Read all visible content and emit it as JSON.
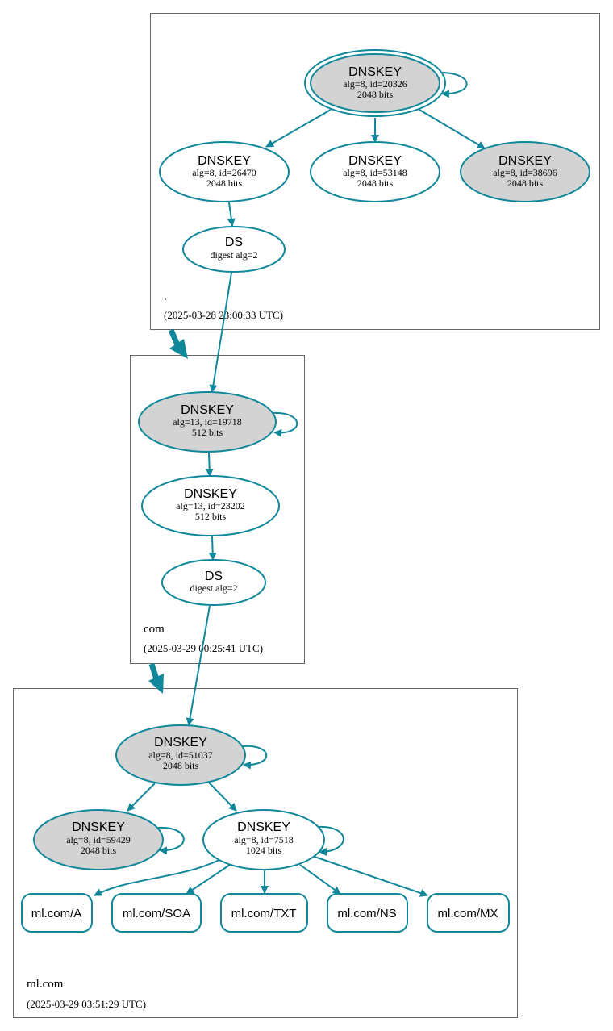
{
  "zones": {
    "root": {
      "name": ".",
      "timestamp": "(2025-03-28 23:00:33 UTC)"
    },
    "com": {
      "name": "com",
      "timestamp": "(2025-03-29 00:25:41 UTC)"
    },
    "mlcom": {
      "name": "ml.com",
      "timestamp": "(2025-03-29 03:51:29 UTC)"
    }
  },
  "nodes": {
    "root_ksk": {
      "title": "DNSKEY",
      "line1": "alg=8, id=20326",
      "line2": "2048 bits"
    },
    "root_zsk1": {
      "title": "DNSKEY",
      "line1": "alg=8, id=26470",
      "line2": "2048 bits"
    },
    "root_zsk2": {
      "title": "DNSKEY",
      "line1": "alg=8, id=53148",
      "line2": "2048 bits"
    },
    "root_key3": {
      "title": "DNSKEY",
      "line1": "alg=8, id=38696",
      "line2": "2048 bits"
    },
    "root_ds": {
      "title": "DS",
      "line1": "digest alg=2"
    },
    "com_ksk": {
      "title": "DNSKEY",
      "line1": "alg=13, id=19718",
      "line2": "512 bits"
    },
    "com_zsk": {
      "title": "DNSKEY",
      "line1": "alg=13, id=23202",
      "line2": "512 bits"
    },
    "com_ds": {
      "title": "DS",
      "line1": "digest alg=2"
    },
    "ml_ksk": {
      "title": "DNSKEY",
      "line1": "alg=8, id=51037",
      "line2": "2048 bits"
    },
    "ml_key2": {
      "title": "DNSKEY",
      "line1": "alg=8, id=59429",
      "line2": "2048 bits"
    },
    "ml_zsk": {
      "title": "DNSKEY",
      "line1": "alg=8, id=7518",
      "line2": "1024 bits"
    }
  },
  "records": {
    "a": "ml.com/A",
    "soa": "ml.com/SOA",
    "txt": "ml.com/TXT",
    "ns": "ml.com/NS",
    "mx": "ml.com/MX"
  },
  "colors": {
    "edge": "#10879a",
    "self_signing_key_fill": "#d3d3d3",
    "zone_border": "#666666"
  }
}
